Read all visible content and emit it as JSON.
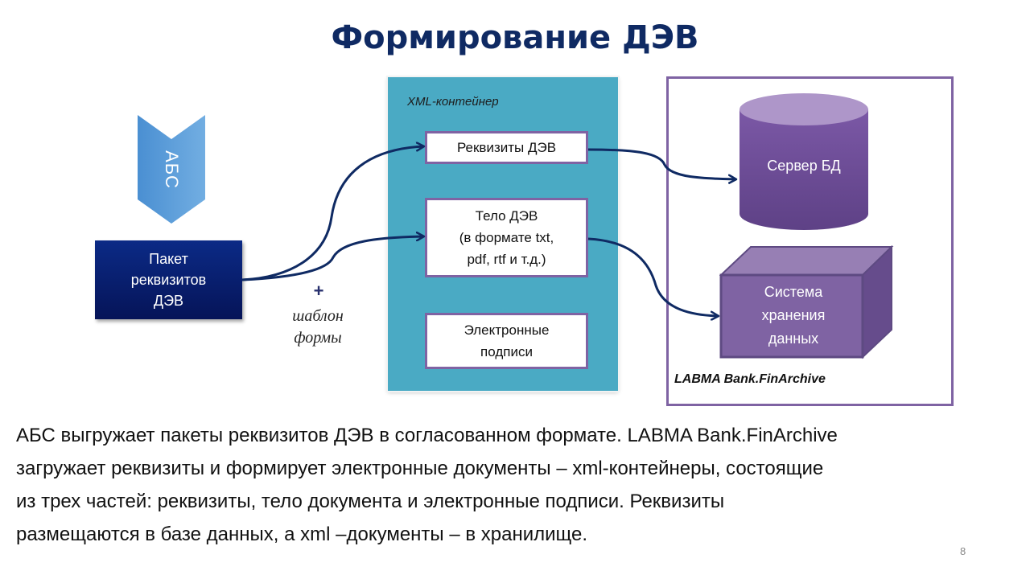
{
  "slide": {
    "title": "Формирование ДЭВ",
    "page_number": "8"
  },
  "diagram": {
    "source_system": {
      "label": "АБС",
      "icon": "chevron-down-arrow",
      "color": "#5b9bd5"
    },
    "packet": {
      "lines": [
        "Пакет",
        "реквизитов",
        "ДЭВ"
      ],
      "color": "#0b2a86"
    },
    "template_note": {
      "plus": "+",
      "lines": [
        "шаблон",
        "формы"
      ]
    },
    "xml_container": {
      "label": "XML-контейнер",
      "color": "#4aaac4",
      "parts": [
        {
          "id": "requisites",
          "lines": [
            "Реквизиты ДЭВ"
          ]
        },
        {
          "id": "body",
          "lines": [
            "Тело ДЭВ",
            "(в формате txt,",
            "pdf, rtf и т.д.)"
          ]
        },
        {
          "id": "signatures",
          "lines": [
            "Электронные",
            "подписи"
          ]
        }
      ]
    },
    "archive": {
      "label": "LABMA Bank.FinArchive",
      "frame_color": "#7f63a3",
      "db_server": {
        "label": "Сервер БД",
        "icon": "database-cylinder"
      },
      "storage": {
        "lines": [
          "Система",
          "хранения",
          "данных"
        ],
        "icon": "storage-cube"
      }
    },
    "connections": [
      {
        "from": "packet",
        "to": "requisites"
      },
      {
        "from": "packet",
        "to": "body"
      },
      {
        "from": "requisites",
        "to": "db_server"
      },
      {
        "from": "body",
        "to": "storage"
      }
    ],
    "connector_color": "#0f2a63"
  },
  "description": {
    "lines": [
      "АБС выгружает пакеты реквизитов ДЭВ в согласованном формате. LABMA Bank.FinArchive",
      "загружает реквизиты и формирует электронные документы – xml-контейнеры, состоящие",
      "из трех частей: реквизиты, тело документа и электронные подписи. Реквизиты",
      "размещаются в базе данных, а xml –документы – в хранилище."
    ]
  }
}
